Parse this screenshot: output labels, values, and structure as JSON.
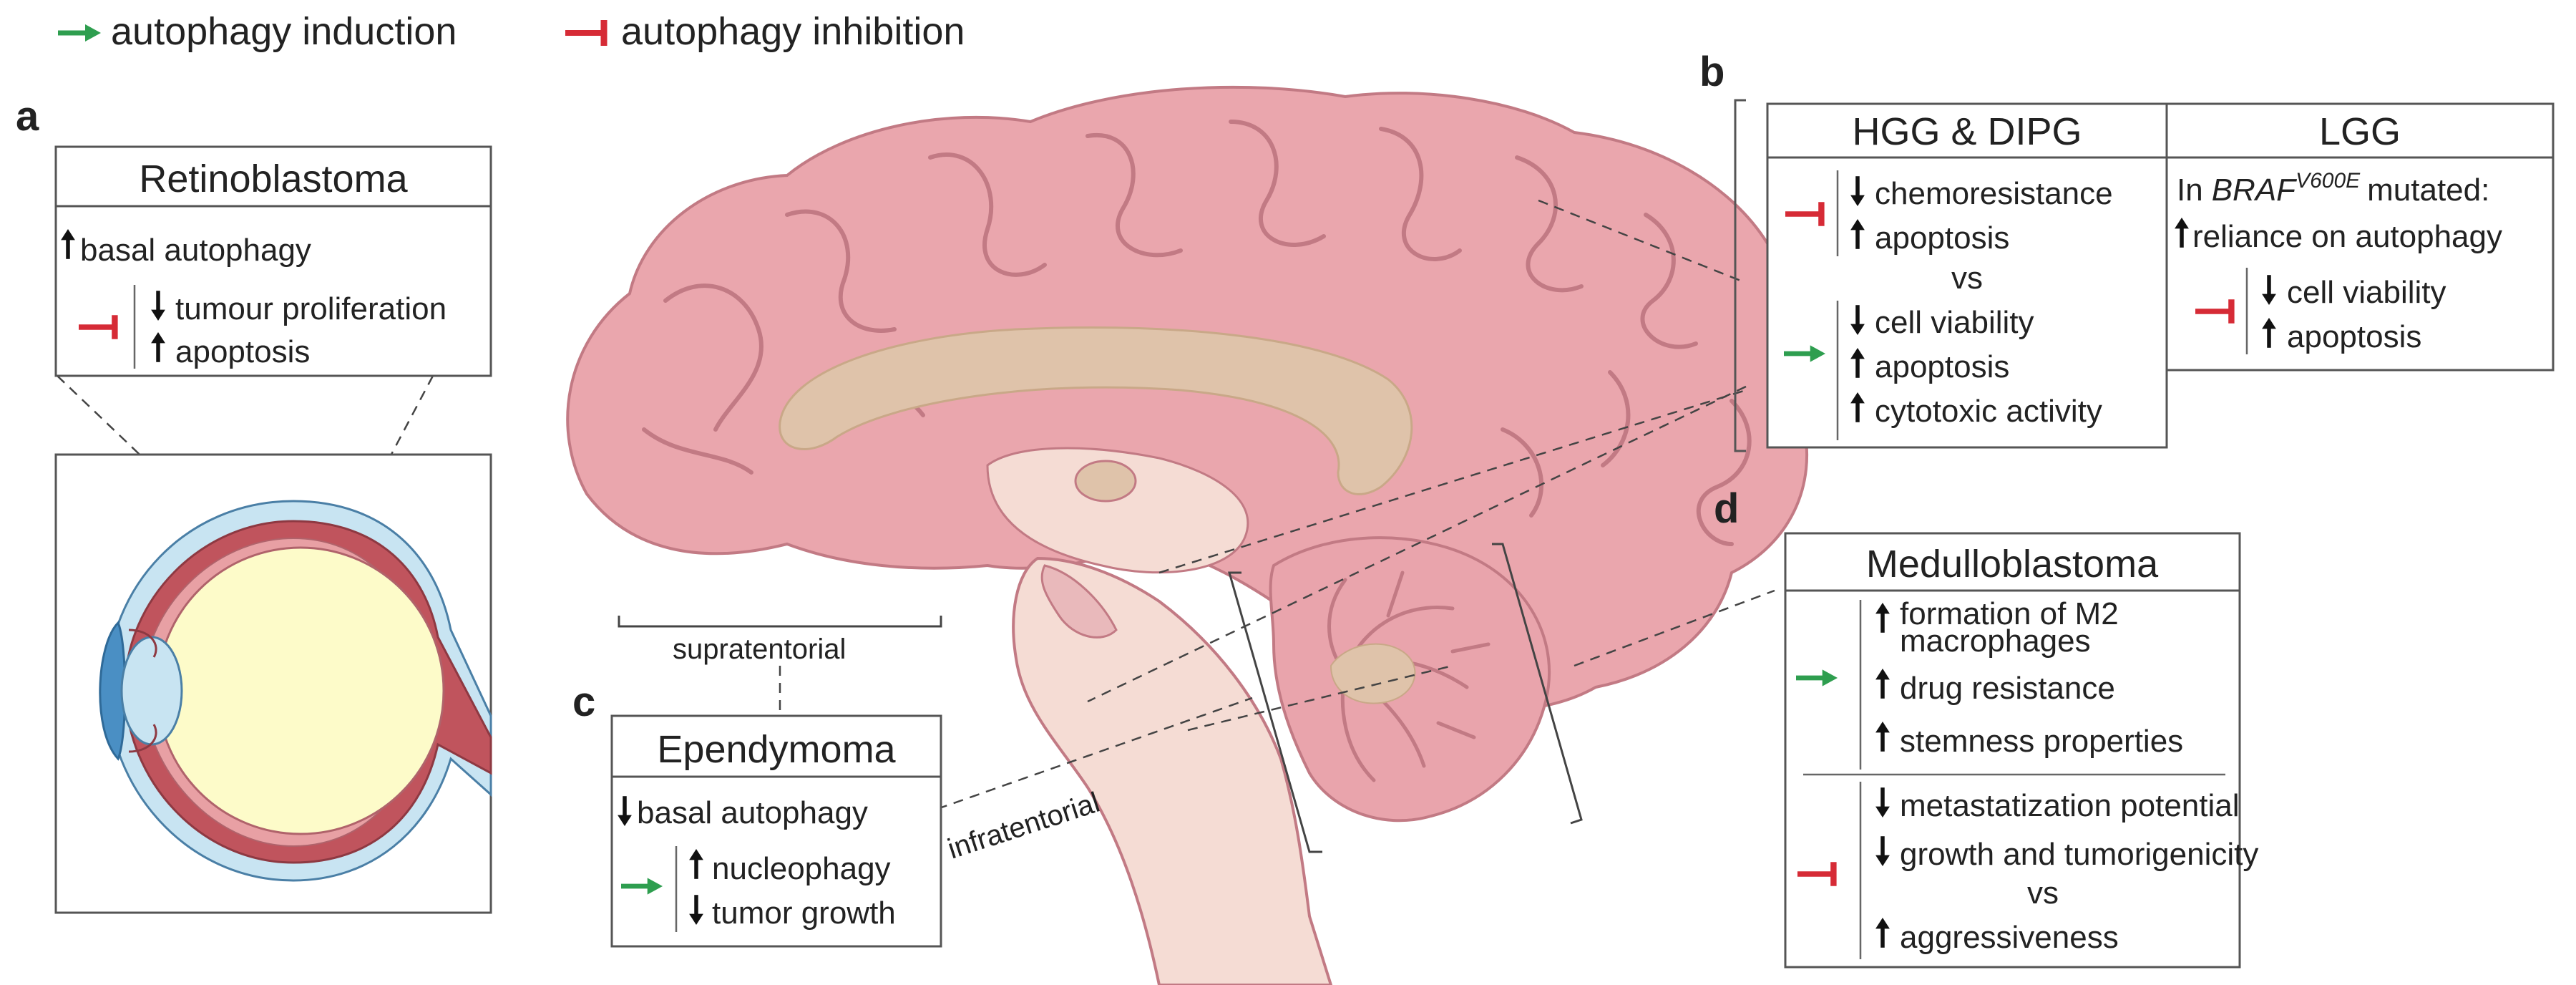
{
  "legend": {
    "induction": "autophagy induction",
    "inhibition": "autophagy inhibition",
    "induction_color": "#2e9e4f",
    "inhibition_color": "#d62b36"
  },
  "panels": {
    "a": {
      "letter": "a",
      "title": "Retinoblastoma",
      "basal": "basal autophagy",
      "items": [
        "tumour proliferation",
        "apoptosis"
      ]
    },
    "b": {
      "letter": "b",
      "hgg": {
        "title": "HGG & DIPG",
        "inhibition_items": [
          "chemoresistance",
          "apoptosis"
        ],
        "vs": "vs",
        "induction_items": [
          "cell viability",
          "apoptosis",
          "cytotoxic activity"
        ]
      },
      "lgg": {
        "title": "LGG",
        "mutation_prefix": "In",
        "mutation_gene": "BRAF",
        "mutation_sup": "V600E",
        "mutation_suffix": "mutated:",
        "reliance": "reliance on autophagy",
        "items": [
          "cell viability",
          "apoptosis"
        ]
      }
    },
    "c": {
      "letter": "c",
      "title": "Ependymoma",
      "basal": "basal autophagy",
      "items": [
        "nucleophagy",
        "tumor growth"
      ]
    },
    "d": {
      "letter": "d",
      "title": "Medulloblastoma",
      "induction_items": [
        "formation of M2",
        "macrophages",
        "drug resistance",
        "stemness properties"
      ],
      "inhibition_items": [
        "metastatization potential",
        "growth and tumorigenicity"
      ],
      "vs": "vs",
      "inhibition_tail": "aggressiveness"
    }
  },
  "regions": {
    "supratentorial": "supratentorial",
    "infratentorial": "infratentorial"
  },
  "colors": {
    "brain": "#eaa6ad",
    "brain_outline": "#c27a84",
    "corpus": "#dfc3aa",
    "brainstem": "#f5dcd4",
    "eye_lens": "#fdfbc9",
    "eye_cornea": "#4a8fc4",
    "eye_sclera": "#c8e4f2",
    "eye_choroid": "#c0545d"
  }
}
